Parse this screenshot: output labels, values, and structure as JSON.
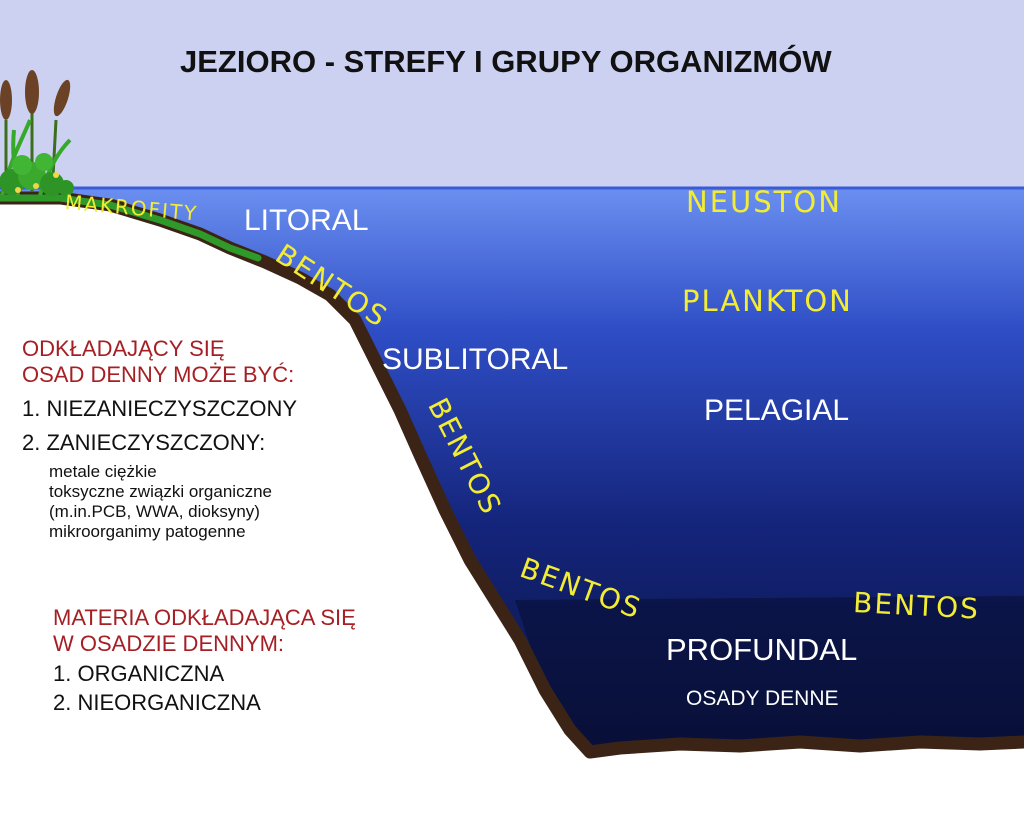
{
  "title": "JEZIORO - STREFY I GRUPY ORGANIZMÓW",
  "colors": {
    "sky": "#ccd1f2",
    "water_top": "#6b8ff0",
    "water_deep": "#0a1442",
    "sediment": "#3b2416",
    "waterline": "#3a5bd8",
    "plants": "#2f9a2a",
    "label_yellow": "#f3ec34",
    "label_red": "#a51f24"
  },
  "zones": {
    "litoral": "LITORAL",
    "sublitoral": "SUBLITORAL",
    "pelagial": "PELAGIAL",
    "profundal": "PROFUNDAL",
    "osady": "OSADY DENNE"
  },
  "organisms": {
    "makrofity": "MAKROFITY",
    "neuston": "NEUSTON",
    "plankton": "PLANKTON",
    "bentos_1": "BENTOS",
    "bentos_2": "BENTOS",
    "bentos_3": "BENTOS",
    "bentos_4": "BENTOS"
  },
  "sediment_info": {
    "heading_line1": "ODKŁADAJĄCY SIĘ",
    "heading_line2": "OSAD DENNY MOŻE BYĆ:",
    "item1": "1. NIEZANIECZYSZCZONY",
    "item2": "2. ZANIECZYSZCZONY:",
    "sub1": "metale ciężkie",
    "sub2": "toksyczne związki organiczne",
    "sub3": "(m.in.PCB, WWA, dioksyny)",
    "sub4": "mikroorganimy patogenne"
  },
  "matter_info": {
    "heading_line1": "MATERIA ODKŁADAJĄCA SIĘ",
    "heading_line2": "W OSADZIE DENNYM:",
    "item1": "1. ORGANICZNA",
    "item2": "2. NIEORGANICZNA"
  }
}
